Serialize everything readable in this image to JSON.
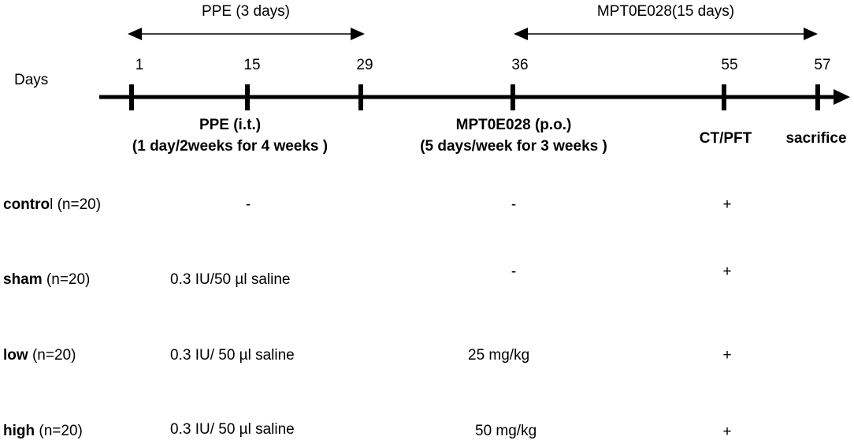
{
  "top_periods": {
    "ppe": "PPE (3 days)",
    "mpt": "MPT0E028(15 days)"
  },
  "timeline": {
    "axis_label": "Days",
    "ticks": [
      "1",
      "15",
      "29",
      "36",
      "55",
      "57"
    ]
  },
  "events": {
    "ppe_title": "PPE (i.t.)",
    "ppe_schedule": "(1 day/2weeks for 4 weeks )",
    "mpt_title": "MPT0E028 (p.o.)",
    "mpt_schedule": "(5 days/week for 3 weeks )",
    "ct_pft": "CT/PFT",
    "sacrifice": "sacrifice"
  },
  "groups": [
    {
      "bold": "contro",
      "rest": "l (n=20)",
      "ppe": "-",
      "mpt": "-",
      "ct": "+"
    },
    {
      "bold": "sham",
      "rest": " (n=20)",
      "ppe": "0.3 IU/50 µl saline",
      "mpt": "-",
      "ct": "+"
    },
    {
      "bold": "low",
      "rest": " (n=20)",
      "ppe": "0.3 IU/ 50 µl saline",
      "mpt": "25 mg/kg",
      "ct": "+"
    },
    {
      "bold": "high",
      "rest": " (n=20)",
      "ppe": "0.3 IU/ 50 µl saline",
      "mpt": "50 mg/kg",
      "ct": "+"
    }
  ]
}
